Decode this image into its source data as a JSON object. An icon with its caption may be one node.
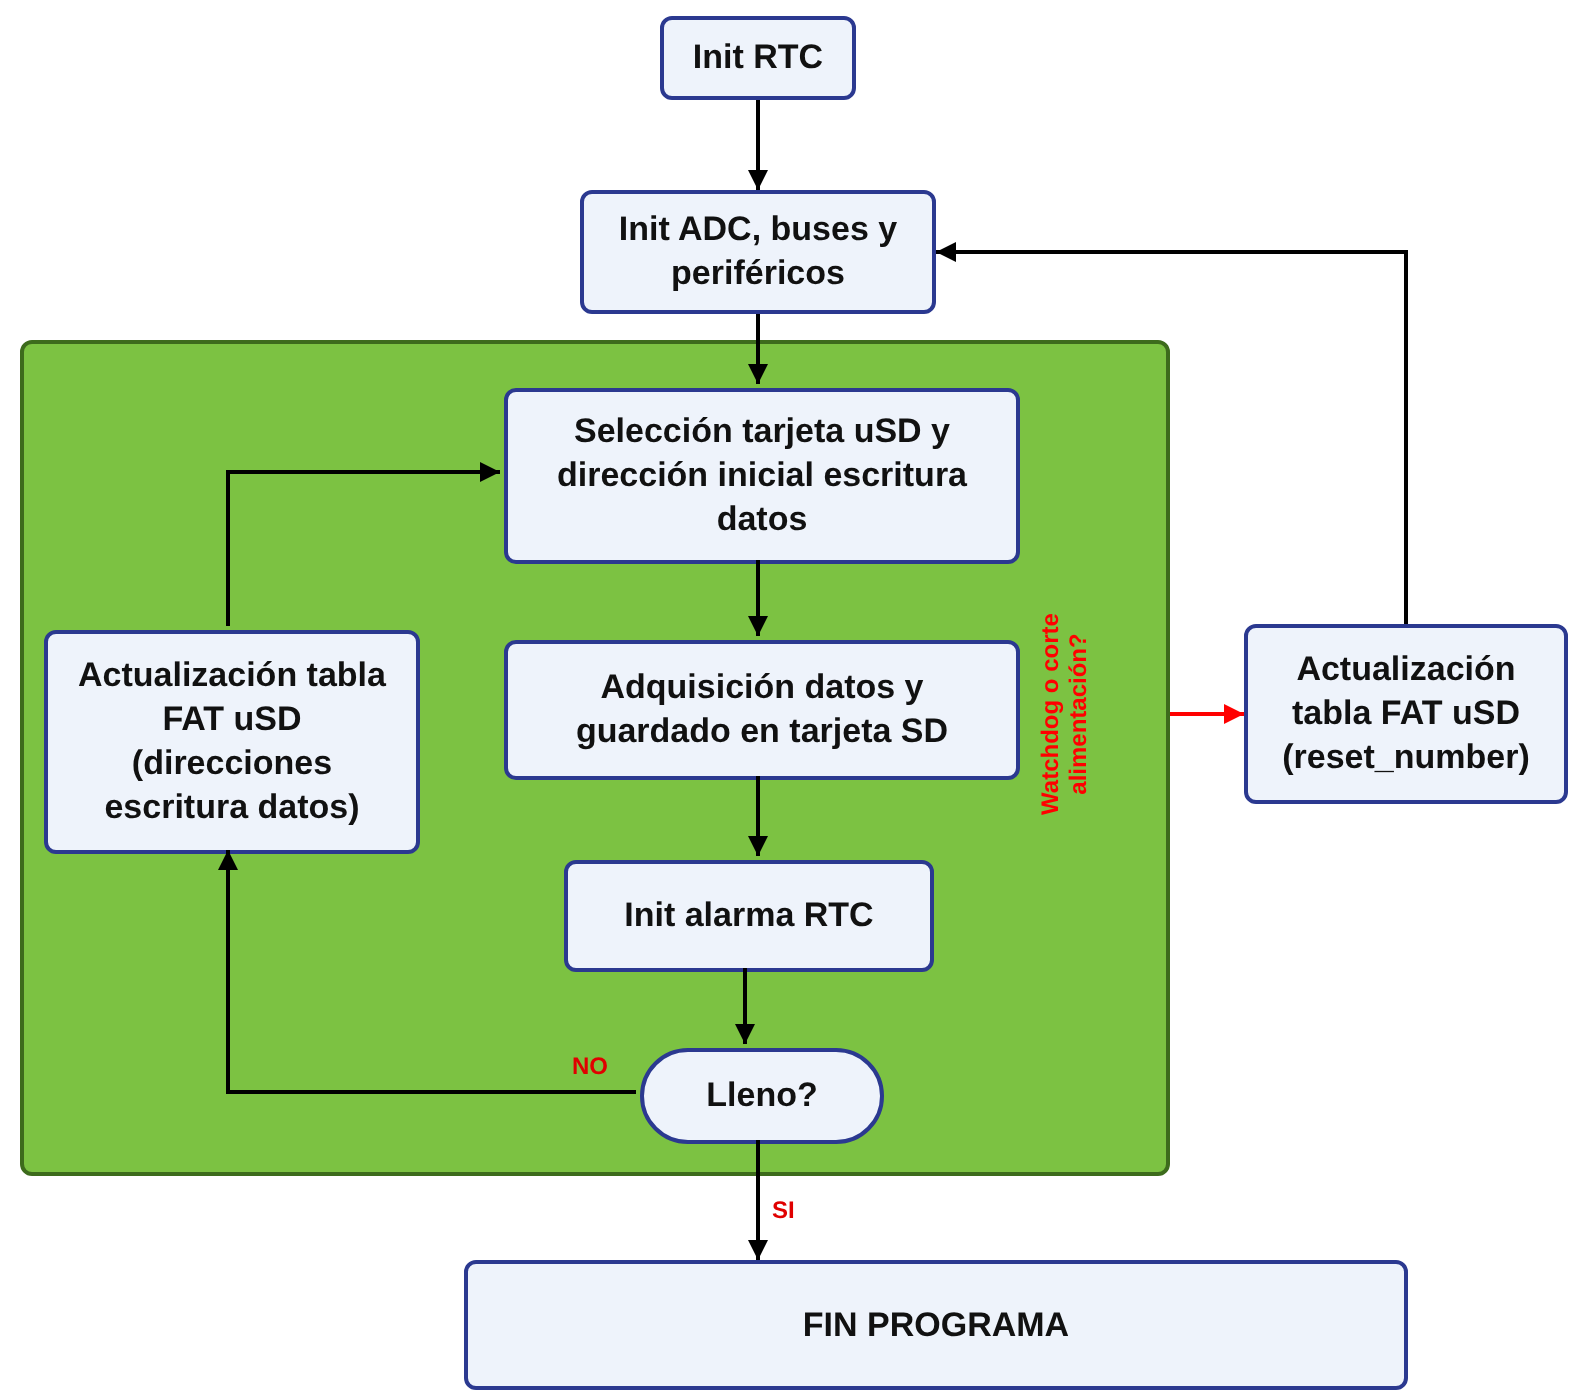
{
  "diagram": {
    "nodes": [
      {
        "text": [
          "Init RTC"
        ]
      },
      {
        "text": [
          "Init ADC, buses y periféricos"
        ]
      },
      {
        "text": [],
        "shape": "box"
      },
      {
        "text": [
          "Selección tarjeta uSD y dirección inicial escritura datos"
        ],
        "in": 2
      },
      {
        "text": [
          "Actualización tabla FAT uSD (direcciones escritura datos)"
        ],
        "in": 2
      },
      {
        "text": [
          "Adquisición datos y guardado en tarjeta SD"
        ],
        "in": 2
      },
      {
        "text": [
          "Init alarma RTC"
        ],
        "in": 2
      },
      {
        "text": [
          "Lleno?"
        ],
        "in": 2
      },
      {
        "text": [
          "Actualización tabla FAT uSD (reset_number)"
        ]
      },
      {
        "text": [
          "FIN PROGRAMA"
        ]
      }
    ],
    "edges": [
      {
        "from": 0,
        "to": 1,
        "arrow": "to"
      },
      {
        "from": 1,
        "to": 3,
        "arrow": "to"
      },
      {
        "from": 3,
        "to": 5,
        "arrow": "to"
      },
      {
        "from": 5,
        "to": 6,
        "arrow": "to"
      },
      {
        "from": 6,
        "to": 7,
        "arrow": "to"
      },
      {
        "from": 7,
        "to": 4,
        "arrow": "to",
        "label": "NO"
      },
      {
        "from": 4,
        "to": 3,
        "arrow": "to"
      },
      {
        "from": 2,
        "to": 8,
        "arrow": "to",
        "label": "Watchdog o corte alimentación?",
        "color": "#ff0000"
      },
      {
        "from": 8,
        "to": 1,
        "arrow": "to"
      },
      {
        "from": 7,
        "to": 9,
        "arrow": "to",
        "label": "SI"
      }
    ]
  }
}
